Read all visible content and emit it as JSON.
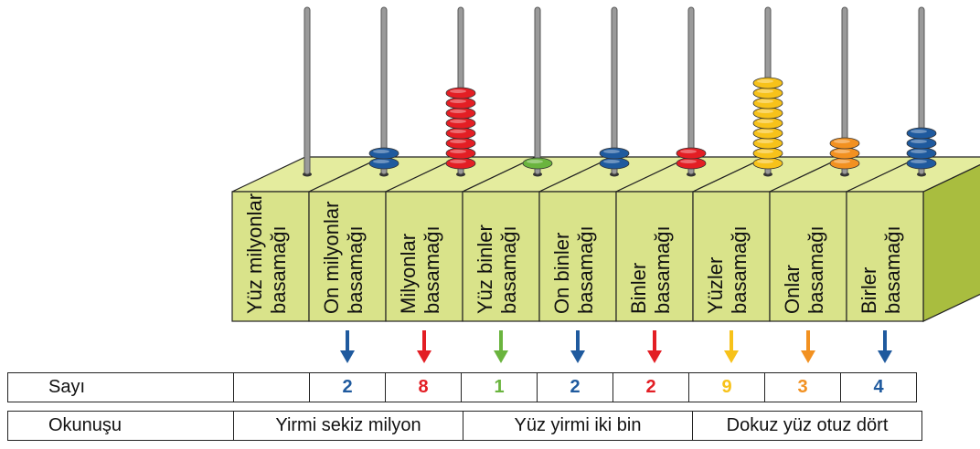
{
  "columns": [
    {
      "place": "Yüz milyonlar",
      "suffix": "basamağı",
      "beads": 0,
      "digit": "",
      "color": "#2a6fb0"
    },
    {
      "place": "On milyonlar",
      "suffix": "basamağı",
      "beads": 2,
      "digit": "2",
      "color": "#1f5a9e"
    },
    {
      "place": "Milyonlar",
      "suffix": "basamağı",
      "beads": 8,
      "digit": "8",
      "color": "#e31e24"
    },
    {
      "place": "Yüz binler",
      "suffix": "basamağı",
      "beads": 1,
      "digit": "1",
      "color": "#6ab43e"
    },
    {
      "place": "On binler",
      "suffix": "basamağı",
      "beads": 2,
      "digit": "2",
      "color": "#1f5a9e"
    },
    {
      "place": "Binler",
      "suffix": "basamağı",
      "beads": 2,
      "digit": "2",
      "color": "#e31e24"
    },
    {
      "place": "Yüzler",
      "suffix": "basamağı",
      "beads": 9,
      "digit": "9",
      "color": "#f7c21a"
    },
    {
      "place": "Onlar",
      "suffix": "basamağı",
      "beads": 3,
      "digit": "3",
      "color": "#f29121"
    },
    {
      "place": "Birler",
      "suffix": "basamağı",
      "beads": 4,
      "digit": "4",
      "color": "#1f5a9e"
    }
  ],
  "table": {
    "row1_label": "Sayı",
    "row2_label": "Okunuşu",
    "groups": [
      "Yirmi sekiz milyon",
      "Yüz yirmi iki bin",
      "Dokuz yüz otuz dört"
    ]
  },
  "colors": {
    "face": "#d9e38a",
    "top": "#e4ec9e",
    "side": "#a9bd3f",
    "rod": "#9a9a9a",
    "arrow_blue": "#1f4e8c",
    "arrow_red": "#e31e24",
    "arrow_green": "#6ab43e",
    "arrow_yellow": "#f7c21a",
    "arrow_orange": "#f29121"
  }
}
